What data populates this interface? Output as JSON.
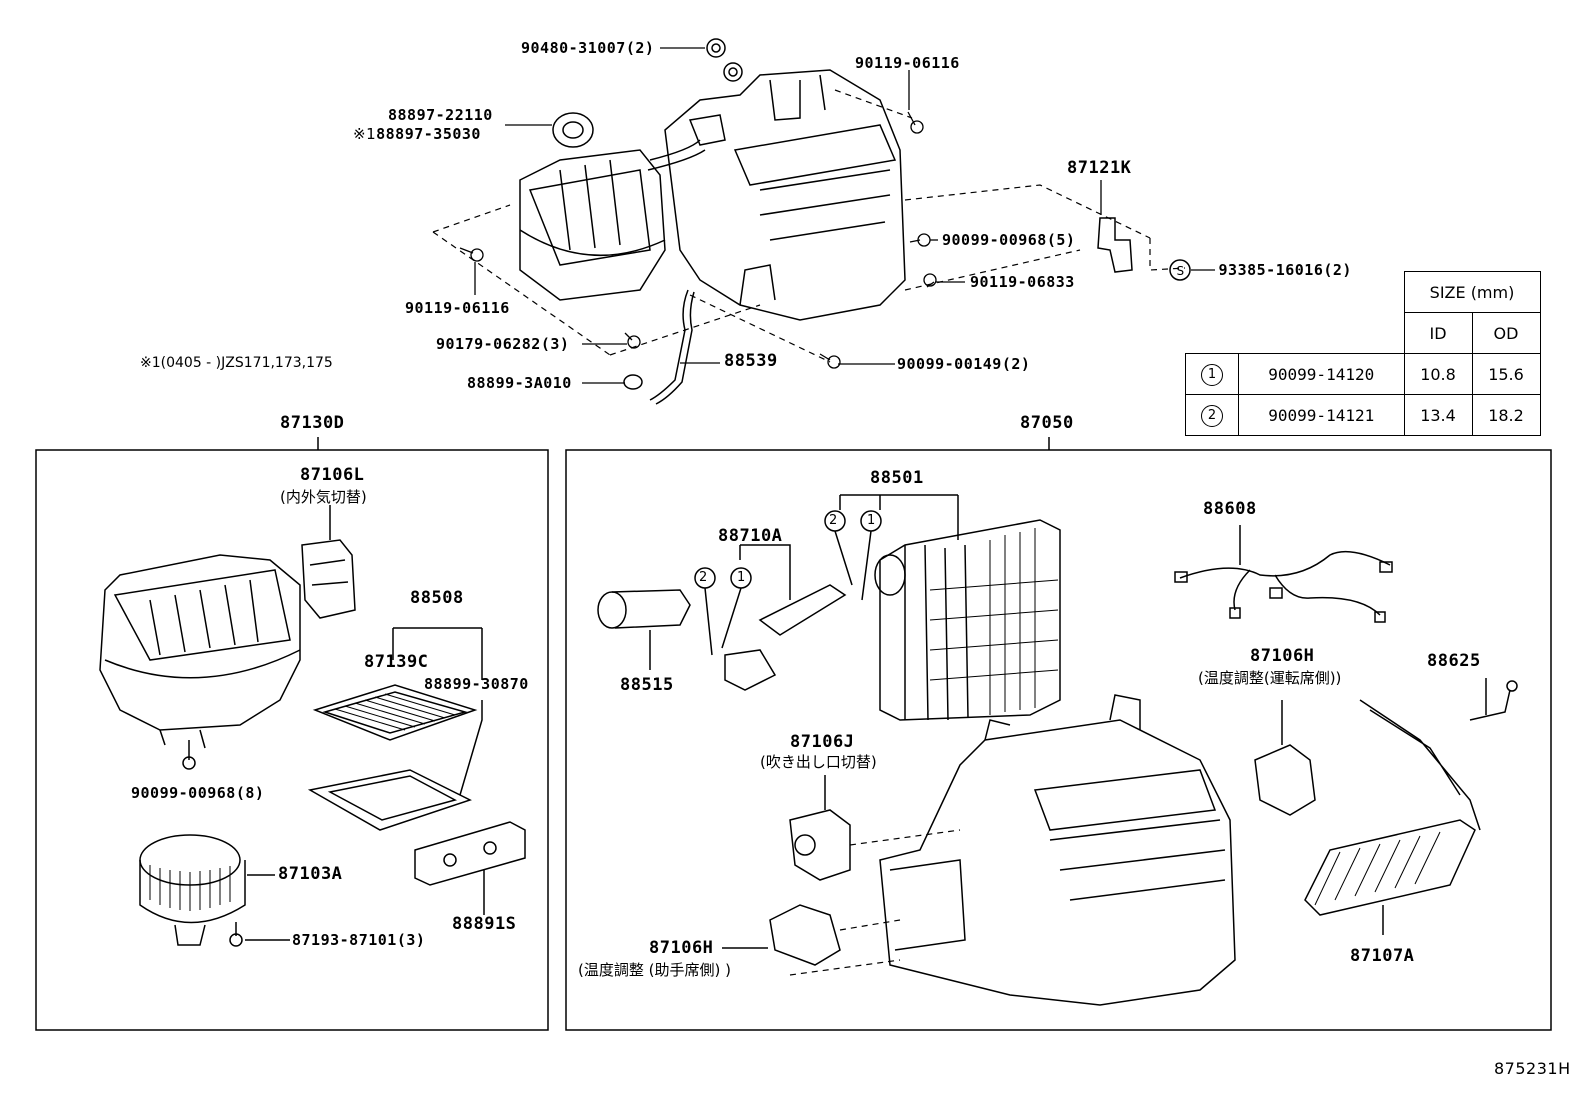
{
  "top_labels": {
    "p90480": "90480-31007(2)",
    "p90119a": "90119-06116",
    "p88897a": "88897-22110",
    "p88897b_mark": "※1",
    "p88897b": "88897-35030",
    "p87121": "87121K",
    "p90099a": "90099-00968(5)",
    "p93385_mark": "S",
    "p93385": "93385-16016(2)",
    "p90119b": "90119-06833",
    "p90119c": "90119-06116",
    "p90179": "90179-06282(3)",
    "p88539": "88539",
    "p90099b": "90099-00149(2)",
    "p88899": "88899-3A010",
    "note": "※1(0405 - )JZS171,173,175"
  },
  "size_table": {
    "header": "SIZE (mm)",
    "col_id": "ID",
    "col_od": "OD",
    "rows": [
      {
        "mark": "1",
        "part": "90099-14120",
        "id": "10.8",
        "od": "15.6"
      },
      {
        "mark": "2",
        "part": "90099-14121",
        "id": "13.4",
        "od": "18.2"
      }
    ]
  },
  "left_box": {
    "title": "87130D",
    "p87106l": "87106L",
    "p87106l_sub": "(内外気切替)",
    "p88508": "88508",
    "p87139c": "87139C",
    "p88899": "88899-30870",
    "p90099": "90099-00968(8)",
    "p87103a": "87103A",
    "p88891s": "88891S",
    "p87193": "87193-87101(3)"
  },
  "right_box": {
    "title": "87050",
    "p88501": "88501",
    "p88710a": "88710A",
    "p88515": "88515",
    "p88608": "88608",
    "p87106h": "87106H",
    "p87106h_sub": "(温度調整(運転席側))",
    "p88625": "88625",
    "p87106j": "87106J",
    "p87106j_sub": "(吹き出し口切替)",
    "p87106h2": "87106H",
    "p87106h2_sub": "(温度調整 (助手席側) )",
    "p87107a": "87107A",
    "m2a": "2",
    "m1a": "1",
    "m2b": "2",
    "m1b": "1"
  },
  "figure_id": "875231H"
}
